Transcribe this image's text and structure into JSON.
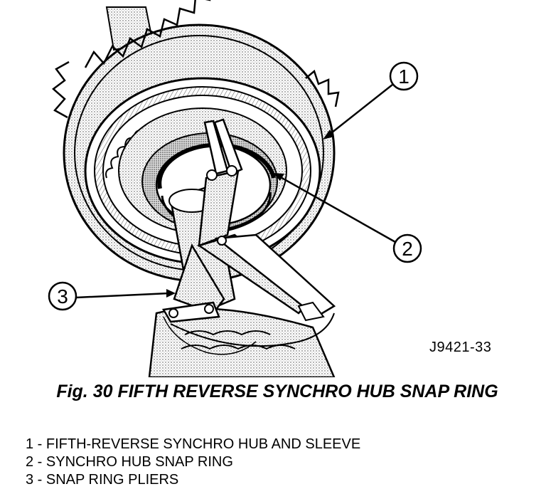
{
  "figure": {
    "drawing_id": "J9421-33",
    "callouts": [
      {
        "number": "1"
      },
      {
        "number": "2"
      },
      {
        "number": "3"
      }
    ]
  },
  "caption": "Fig. 30 FIFTH REVERSE SYNCHRO HUB SNAP RING",
  "legend": [
    "1 - FIFTH-REVERSE SYNCHRO HUB AND SLEEVE",
    "2 - SYNCHRO HUB SNAP RING",
    "3 - SNAP RING PLIERS"
  ]
}
